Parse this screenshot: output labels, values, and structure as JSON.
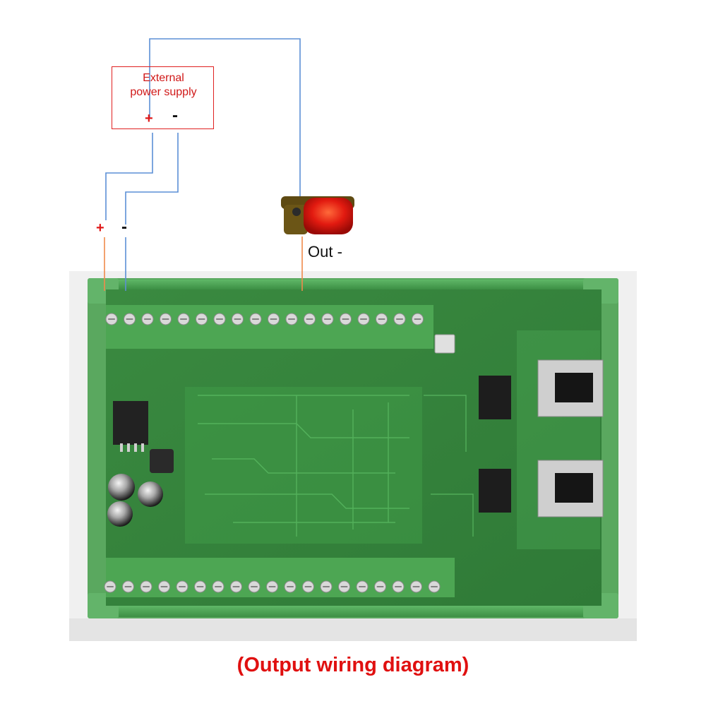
{
  "power_supply": {
    "title": "External\npower supply",
    "plus": "+",
    "minus": "-"
  },
  "board_terminals": {
    "plus": "+",
    "minus": "-"
  },
  "lamp": {
    "label": "Out -"
  },
  "caption": "(Output wiring diagram)",
  "colors": {
    "blue_wire": "#5b8fd6",
    "orange_wire": "#f08a4b",
    "accent_red": "#e01818",
    "pcb_green": "#3f8f43",
    "terminal_green": "#4faa55"
  }
}
